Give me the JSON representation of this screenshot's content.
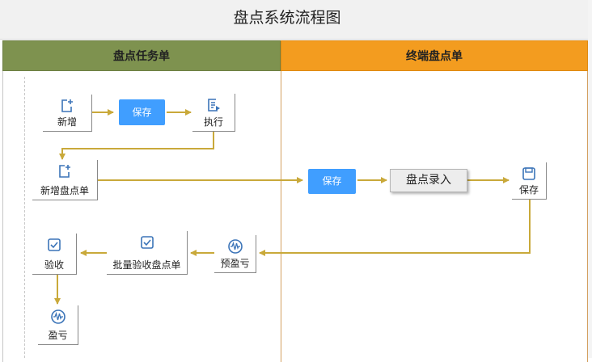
{
  "title": "盘点系统流程图",
  "lanes": {
    "left": "盘点任务单",
    "right": "终端盘点单"
  },
  "nodes": {
    "add": "新增",
    "save_left": "保存",
    "execute": "执行",
    "add_stocktake": "新增盘点单",
    "save_mid": "保存",
    "stocktake_entry": "盘点录入",
    "save_right": "保存",
    "pre_profit_loss": "预盈亏",
    "batch_accept": "批量验收盘点单",
    "accept": "验收",
    "profit_loss": "盈亏"
  },
  "colors": {
    "lane_left": "#7e924f",
    "lane_right": "#f39c1f",
    "arrow": "#c9a93a",
    "button": "#409eff",
    "icon": "#3b74b8"
  },
  "icons": {
    "add": "add-document-icon",
    "execute": "execute-document-icon",
    "save": "save-disk-icon",
    "check": "checkbox-icon",
    "wave": "waveform-icon"
  }
}
